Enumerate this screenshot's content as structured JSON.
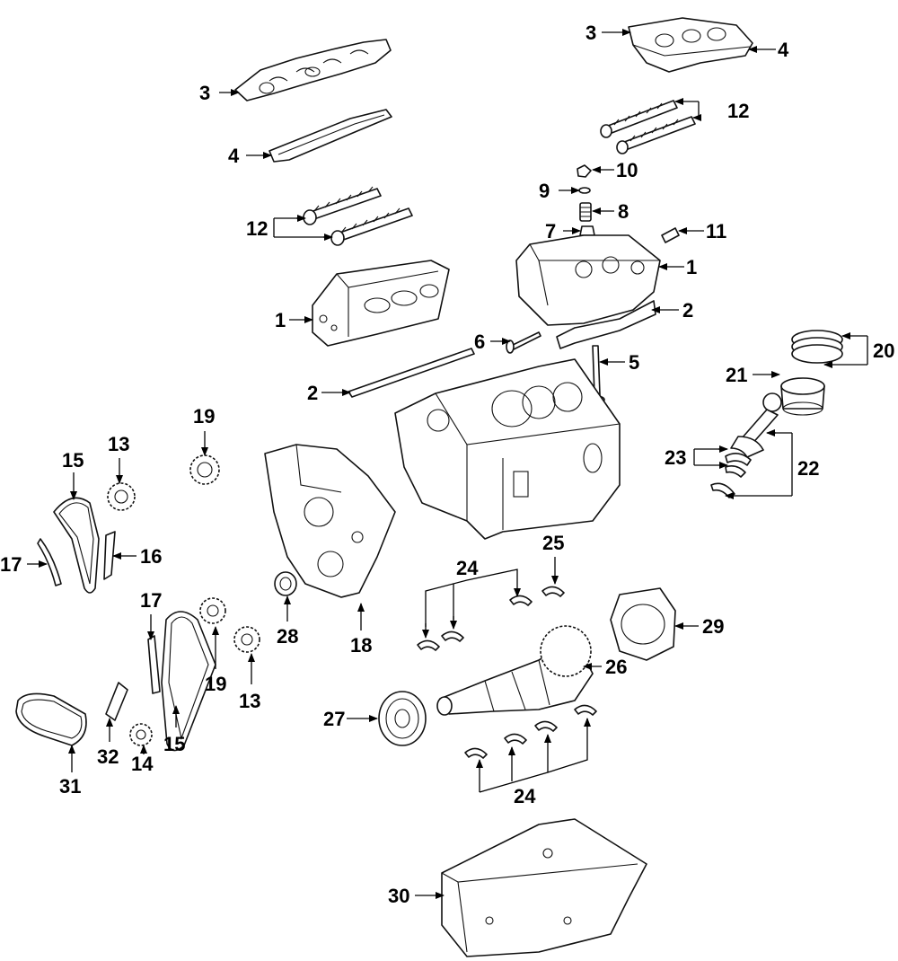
{
  "diagram": {
    "callouts": [
      {
        "id": "c3a",
        "label": "3"
      },
      {
        "id": "c4a",
        "label": "4"
      },
      {
        "id": "c12a",
        "label": "12"
      },
      {
        "id": "c1a",
        "label": "1"
      },
      {
        "id": "c2a",
        "label": "2"
      },
      {
        "id": "c3b",
        "label": "3"
      },
      {
        "id": "c4b",
        "label": "4"
      },
      {
        "id": "c12b",
        "label": "12"
      },
      {
        "id": "c10",
        "label": "10"
      },
      {
        "id": "c9",
        "label": "9"
      },
      {
        "id": "c8",
        "label": "8"
      },
      {
        "id": "c7",
        "label": "7"
      },
      {
        "id": "c11",
        "label": "11"
      },
      {
        "id": "c1b",
        "label": "1"
      },
      {
        "id": "c2b",
        "label": "2"
      },
      {
        "id": "c6",
        "label": "6"
      },
      {
        "id": "c5",
        "label": "5"
      },
      {
        "id": "c20",
        "label": "20"
      },
      {
        "id": "c21",
        "label": "21"
      },
      {
        "id": "c22",
        "label": "22"
      },
      {
        "id": "c23",
        "label": "23"
      },
      {
        "id": "c19a",
        "label": "19"
      },
      {
        "id": "c13a",
        "label": "13"
      },
      {
        "id": "c15a",
        "label": "15"
      },
      {
        "id": "c16",
        "label": "16"
      },
      {
        "id": "c17a",
        "label": "17"
      },
      {
        "id": "c28",
        "label": "28"
      },
      {
        "id": "c18",
        "label": "18"
      },
      {
        "id": "c24a",
        "label": "24"
      },
      {
        "id": "c25",
        "label": "25"
      },
      {
        "id": "c29",
        "label": "29"
      },
      {
        "id": "c26",
        "label": "26"
      },
      {
        "id": "c27",
        "label": "27"
      },
      {
        "id": "c24b",
        "label": "24"
      },
      {
        "id": "c17b",
        "label": "17"
      },
      {
        "id": "c19b",
        "label": "19"
      },
      {
        "id": "c13b",
        "label": "13"
      },
      {
        "id": "c15b",
        "label": "15"
      },
      {
        "id": "c14",
        "label": "14"
      },
      {
        "id": "c32",
        "label": "32"
      },
      {
        "id": "c31",
        "label": "31"
      },
      {
        "id": "c30",
        "label": "30"
      }
    ]
  }
}
